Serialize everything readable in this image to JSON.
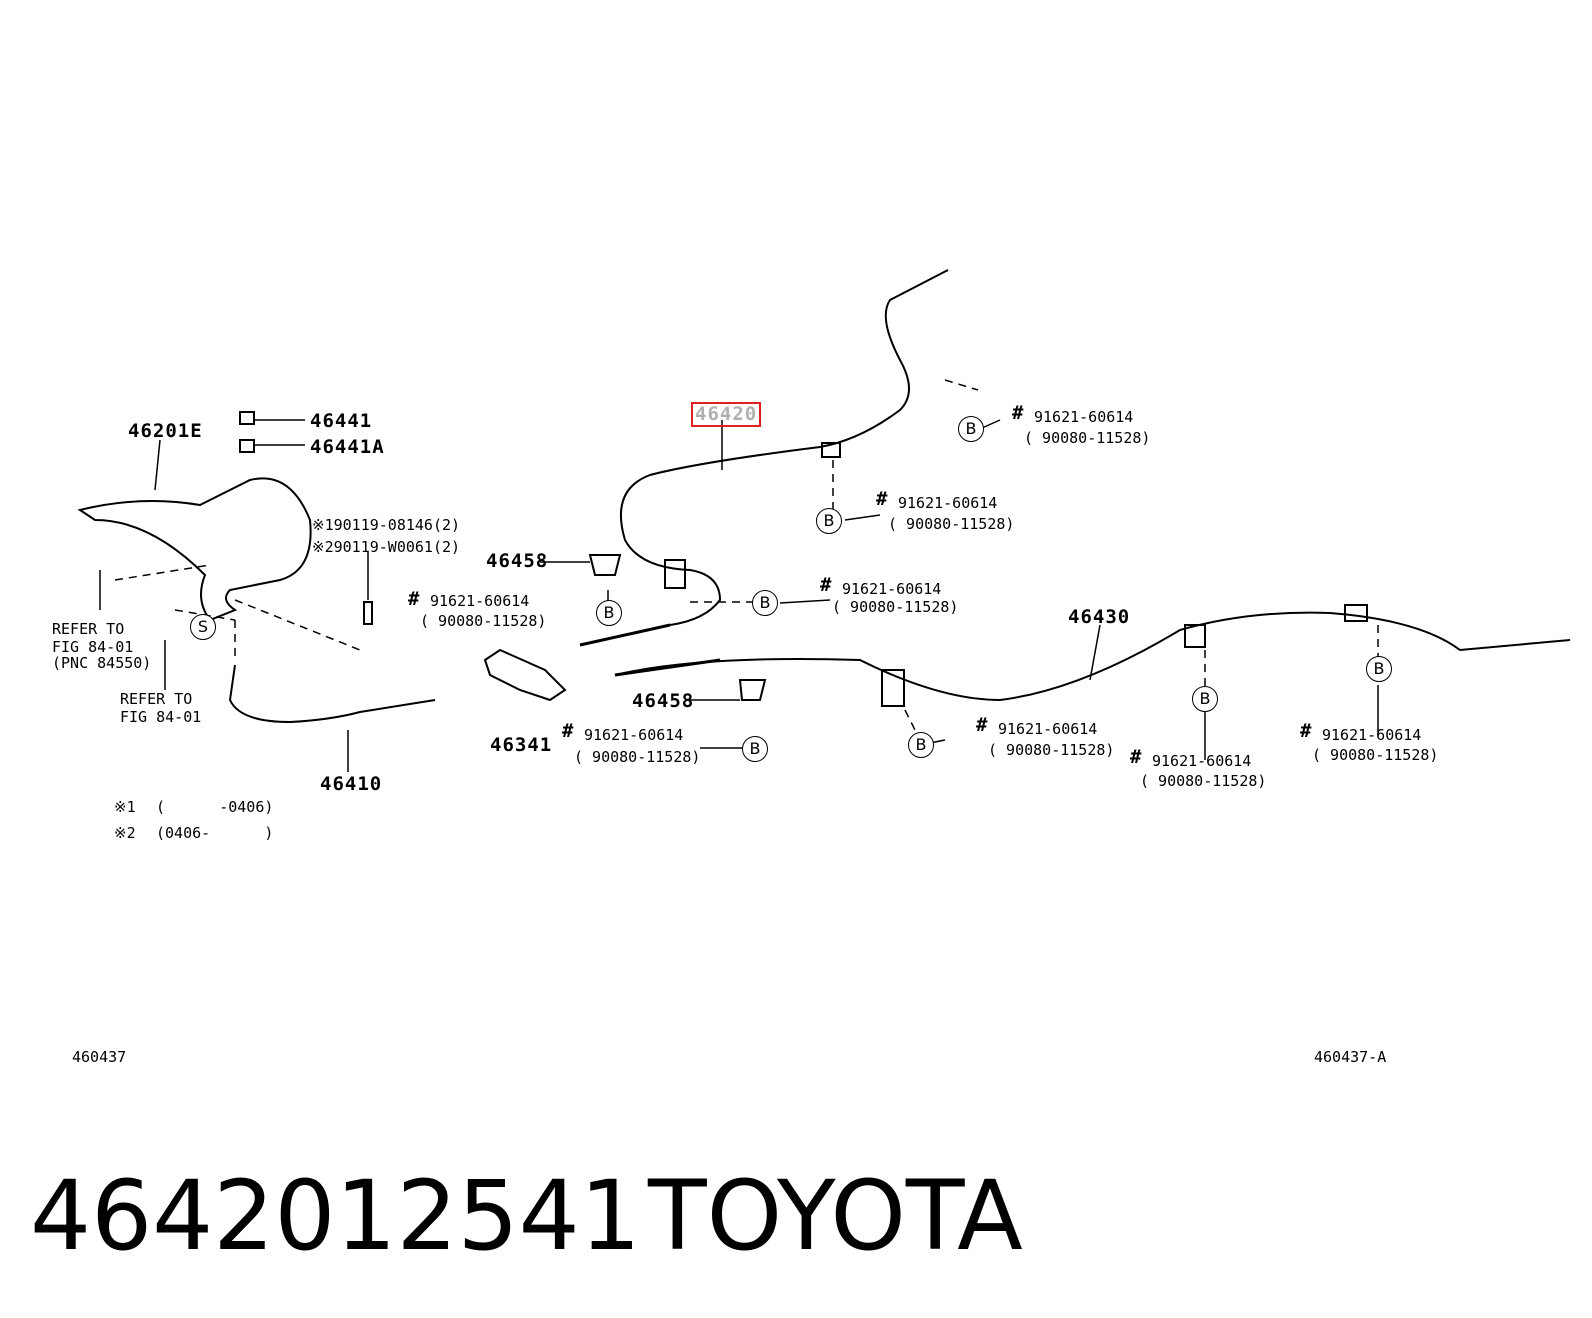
{
  "parts": {
    "p46201E": "46201E",
    "p46441": "46441",
    "p46441A": "46441A",
    "p46458a": "46458",
    "p46458b": "46458",
    "p46420": "46420",
    "p46430": "46430",
    "p46341": "46341",
    "p46410": "46410",
    "screw1": "※190119-08146(2)",
    "screw2": "※290119-W0061(2)"
  },
  "refs": {
    "refer1_l1": "REFER TO",
    "refer1_l2": "FIG 84-01",
    "refer1_l3": "(PNC 84550)",
    "refer2_l1": "REFER TO",
    "refer2_l2": "FIG 84-01",
    "symbol_s": "S",
    "symbol_b": "B"
  },
  "clips": {
    "hash": "#",
    "clip_part": "91621-60614",
    "clip_alt": "( 90080-11528)"
  },
  "notes": {
    "n1_mark": "※1",
    "n1_range": "(      -0406)",
    "n2_mark": "※2",
    "n2_range": "(0406-      )"
  },
  "codes": {
    "left": "460437",
    "right": "460437-A"
  },
  "footer": {
    "part_number": "4642012541",
    "brand": "TOYOTA"
  },
  "colors": {
    "line": "#000000",
    "highlight": "#e02020"
  }
}
